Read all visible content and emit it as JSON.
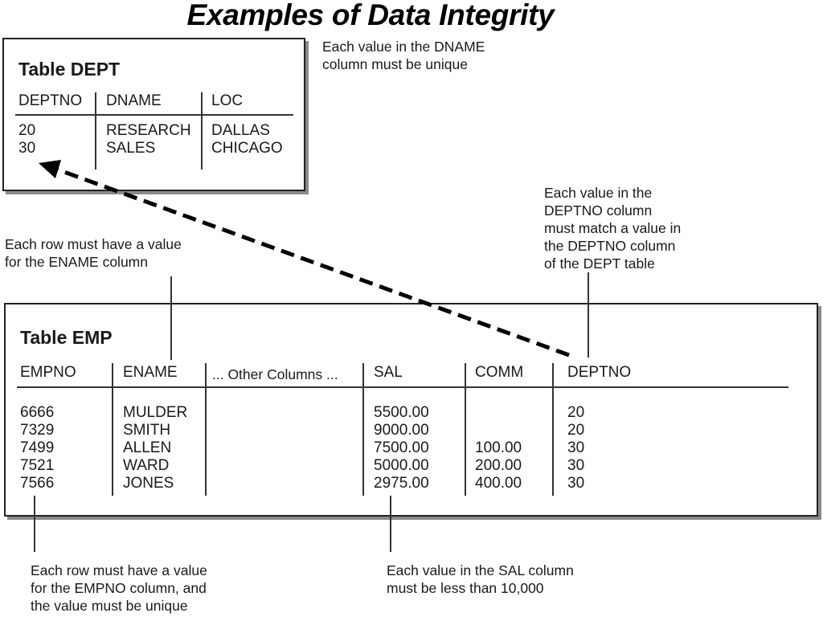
{
  "title": "Examples of Data Integrity",
  "dept": {
    "title": "Table DEPT",
    "headers": [
      "DEPTNO",
      "DNAME",
      "LOC"
    ],
    "rows": [
      [
        "20",
        "RESEARCH",
        "DALLAS"
      ],
      [
        "30",
        "SALES",
        "CHICAGO"
      ]
    ]
  },
  "emp": {
    "title": "Table EMP",
    "headers": [
      "EMPNO",
      "ENAME",
      "... Other Columns ...",
      "SAL",
      "COMM",
      "DEPTNO"
    ],
    "rows": [
      [
        "6666",
        "MULDER",
        "",
        "5500.00",
        "",
        "20"
      ],
      [
        "7329",
        "SMITH",
        "",
        "9000.00",
        "",
        "20"
      ],
      [
        "7499",
        "ALLEN",
        "",
        "7500.00",
        "100.00",
        "30"
      ],
      [
        "7521",
        "WARD",
        "",
        "5000.00",
        "200.00",
        "30"
      ],
      [
        "7566",
        "JONES",
        "",
        "2975.00",
        "400.00",
        "30"
      ]
    ]
  },
  "notes": {
    "dname_unique": "Each value in the DNAME\ncolumn must be unique",
    "deptno_fk": "Each value in the\nDEPTNO column\nmust match a value in\nthe DEPTNO column\nof the DEPT table",
    "ename_required": "Each row must have a value\nfor the ENAME column",
    "empno_pk": "Each row must have a value\nfor the EMPNO column, and\nthe value must be unique",
    "sal_check": "Each value in the SAL column\nmust be less than 10,000"
  }
}
